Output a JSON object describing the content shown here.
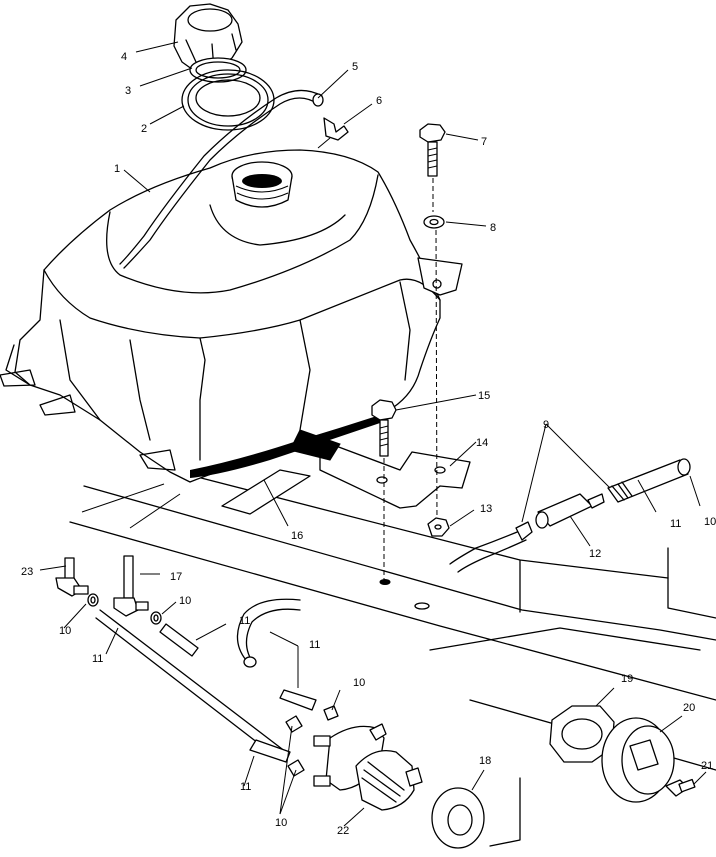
{
  "labels": {
    "l1": "1",
    "l2": "2",
    "l3": "3",
    "l4": "4",
    "l5": "5",
    "l6": "6",
    "l7": "7",
    "l8": "8",
    "l9": "9",
    "l10a": "10",
    "l11a": "11",
    "l12": "12",
    "l13": "13",
    "l14": "14",
    "l15": "15",
    "l16": "16",
    "l17": "17",
    "l23": "23",
    "l10b": "10",
    "l10c": "10",
    "l11b": "11",
    "l11c": "11",
    "l11d": "11",
    "l10d": "10",
    "l11e": "11",
    "l10e": "10",
    "l22": "22",
    "l18": "18",
    "l19": "19",
    "l20": "20",
    "l21": "21"
  }
}
